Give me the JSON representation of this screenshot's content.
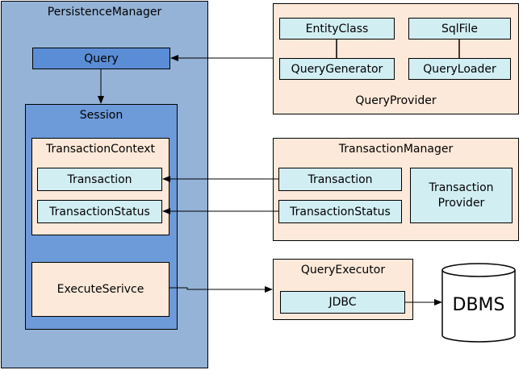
{
  "persistence_manager": {
    "title": "PersistenceManager",
    "query": "Query",
    "session": {
      "title": "Session",
      "transaction_context": {
        "title": "TransactionContext",
        "transaction": "Transaction",
        "transaction_status": "TransactionStatus"
      },
      "execute_service": "ExecuteSerivce"
    }
  },
  "query_provider": {
    "title": "QueryProvider",
    "entity_class": "EntityClass",
    "sql_file": "SqlFile",
    "query_generator": "QueryGenerator",
    "query_loader": "QueryLoader"
  },
  "transaction_manager": {
    "title": "TransactionManager",
    "transaction": "Transaction",
    "transaction_status": "TransactionStatus",
    "transaction_provider": "Transaction Provider"
  },
  "query_executor": {
    "title": "QueryExecutor",
    "jdbc": "JDBC"
  },
  "dbms": "DBMS"
}
